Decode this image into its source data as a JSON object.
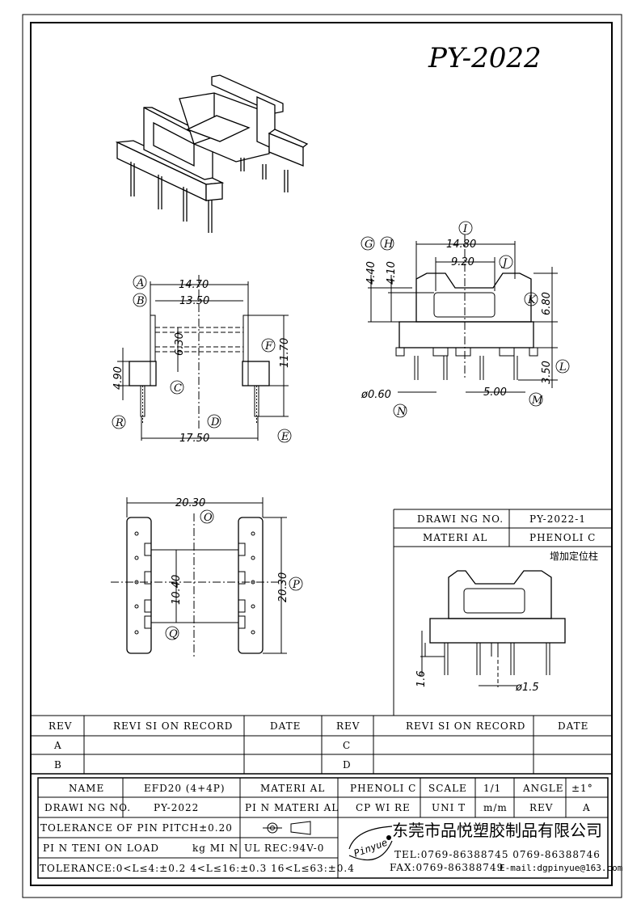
{
  "title": "PY-2022",
  "dims": {
    "a": "14.70",
    "b": "13.50",
    "c": "6.30",
    "d": "17.50",
    "e": "11.70",
    "h_left": "4.90",
    "i": "14.80",
    "j": "9.20",
    "g": "4.40",
    "h": "4.10",
    "k": "6.80",
    "l": "3.50",
    "m": "5.00",
    "n": "ø0.60",
    "o": "20.30",
    "p": "20.30",
    "q": "10.40",
    "pin16": "1.6",
    "pin15": "ø1.5"
  },
  "letters": {
    "A": "A",
    "B": "B",
    "C": "C",
    "D": "D",
    "E": "E",
    "F": "F",
    "G": "G",
    "H": "H",
    "I": "I",
    "J": "J",
    "K": "K",
    "L": "L",
    "M": "M",
    "N": "N",
    "O": "O",
    "P": "P",
    "Q": "Q",
    "R": "R"
  },
  "info": {
    "drawing_no_label": "DRAWI NG NO.",
    "drawing_no_value": "PY-2022-1",
    "material_label": "MATERI AL",
    "material_value": "PHENOLI C",
    "note": "增加定位柱"
  },
  "revision": {
    "headers": [
      "REV",
      "REVI SI ON RECORD",
      "DATE",
      "REV",
      "REVI SI ON RECORD",
      "DATE"
    ],
    "rows": [
      [
        "A",
        "",
        "",
        "C",
        "",
        ""
      ],
      [
        "B",
        "",
        "",
        "D",
        "",
        ""
      ]
    ]
  },
  "titleblock": {
    "name_label": "NAME",
    "name_value": "EFD20 (4+4P)",
    "material_label": "MATERI AL",
    "material_value": "PHENOLI C",
    "scale_label": "SCALE",
    "scale_value": "1/1",
    "angle_label": "ANGLE",
    "angle_value": "±1°",
    "drawing_label": "DRAWI NG NO.",
    "drawing_value": "PY-2022",
    "pin_material_label": "PI N MATERI AL",
    "pin_material_value": "CP WI RE",
    "unit_label": "UNI T",
    "unit_value": "m/m",
    "rev_label": "REV",
    "rev_value": "A",
    "tolerance_pitch": "TOLERANCE OF PIN PITCH±0.20",
    "pin_tension": "PI N TENI ON LOAD",
    "kg_min": "kg MI N",
    "ul": "UL REC:94V-0",
    "tolerance_bottom": "TOLERANCE:0<L≤4:±0.2  4<L≤16:±0.3  16<L≤63:±0.4",
    "logo": "Pinyue",
    "company": "东莞市品悦塑胶制品有限公司",
    "tel": "TEL:0769-86388745   0769-86388746",
    "fax": "FAX:0769-86388749",
    "email": "E-mail:dgpinyue@163.com"
  }
}
